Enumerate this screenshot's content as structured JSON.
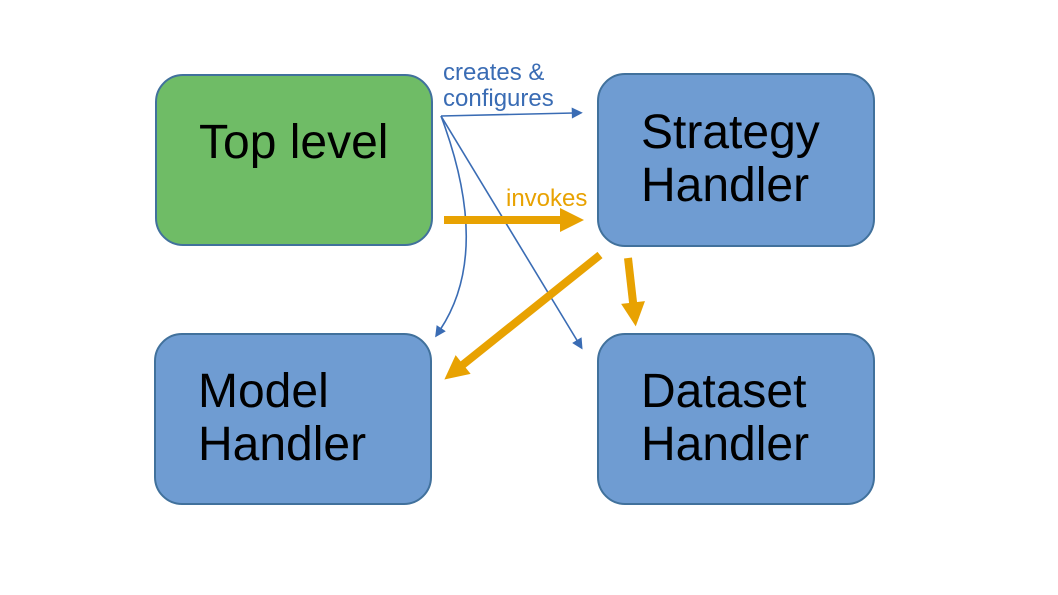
{
  "colors": {
    "background": "#ffffff",
    "node_green_fill": "#6FBC66",
    "node_blue_fill": "#6F9CD2",
    "node_border": "#41719C",
    "node_text": "#000000",
    "edge_blue": "#3A6CB4",
    "edge_orange": "#E8A202"
  },
  "nodes": {
    "top_level": {
      "label": "Top level"
    },
    "strategy_handler": {
      "label": "Strategy Handler"
    },
    "model_handler": {
      "label": "Model Handler"
    },
    "dataset_handler": {
      "label": "Dataset Handler"
    }
  },
  "edge_labels": {
    "creates_configures": "creates & configures",
    "invokes": "invokes"
  },
  "edges": [
    {
      "from": "top_level",
      "to": "strategy_handler",
      "relation": "creates & configures",
      "style": "thin-blue"
    },
    {
      "from": "top_level",
      "to": "model_handler",
      "relation": "creates & configures",
      "style": "thin-blue"
    },
    {
      "from": "top_level",
      "to": "dataset_handler",
      "relation": "creates & configures",
      "style": "thin-blue"
    },
    {
      "from": "top_level",
      "to": "strategy_handler",
      "relation": "invokes",
      "style": "thick-orange"
    },
    {
      "from": "strategy_handler",
      "to": "model_handler",
      "relation": "invokes",
      "style": "thick-orange"
    },
    {
      "from": "strategy_handler",
      "to": "dataset_handler",
      "relation": "invokes",
      "style": "thick-orange"
    }
  ]
}
